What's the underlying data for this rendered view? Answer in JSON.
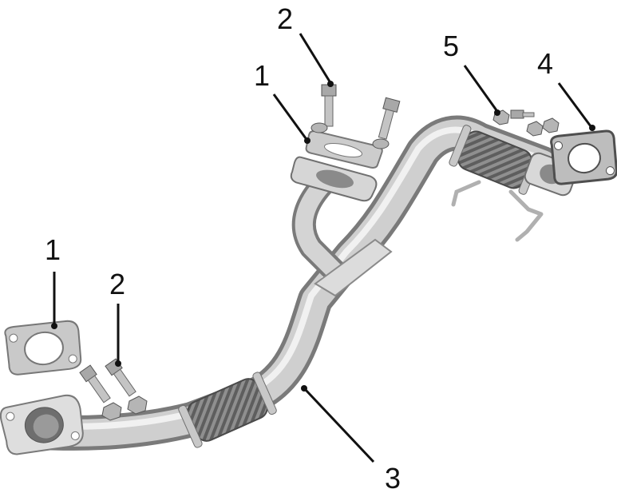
{
  "colors": {
    "pipe_light": "#e6e6e6",
    "pipe_mid": "#b8b8b8",
    "pipe_dark": "#7a7a7a",
    "flex_dark": "#5c5c5c",
    "gasket": "#cfcfcf",
    "leader": "#111111",
    "background": "#ffffff"
  },
  "callouts": [
    {
      "id": "1",
      "label": "1",
      "part": "gasket"
    },
    {
      "id": "2",
      "label": "2",
      "part": "bolt"
    },
    {
      "id": "1",
      "label": "1",
      "part": "gasket"
    },
    {
      "id": "2",
      "label": "2",
      "part": "bolt"
    },
    {
      "id": "5",
      "label": "5",
      "part": "nut-bolt"
    },
    {
      "id": "4",
      "label": "4",
      "part": "gasket"
    },
    {
      "id": "3",
      "label": "3",
      "part": "exhaust-pipe"
    }
  ]
}
